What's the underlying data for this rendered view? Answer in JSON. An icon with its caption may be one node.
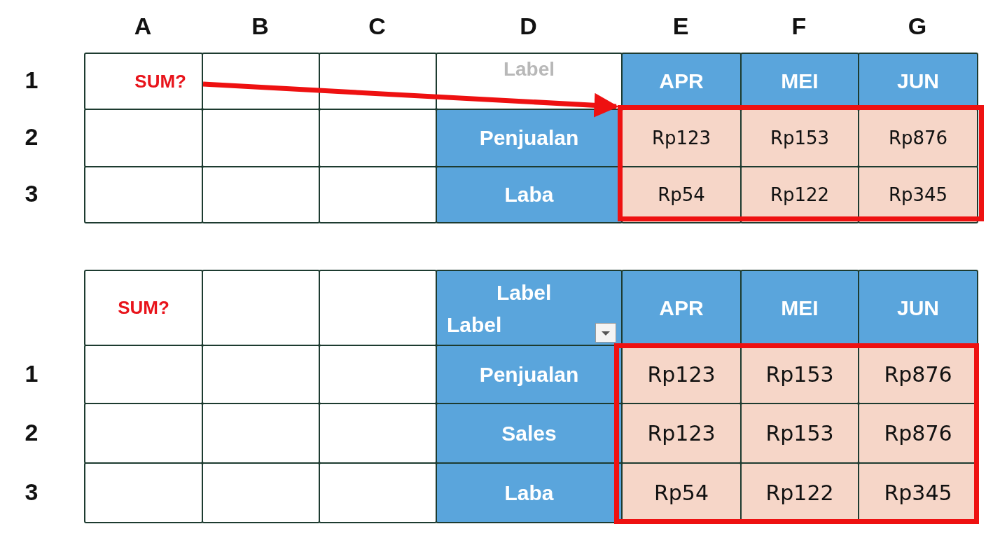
{
  "diagram": {
    "nodes": [
      {
        "text": [
          "SUM?"
        ]
      },
      {
        "text": [],
        "shape": "box"
      }
    ],
    "edges": [
      {
        "from": 0,
        "to": 1,
        "arrow": "to"
      }
    ],
    "labels": [
      "A",
      "B",
      "C",
      "D",
      "E",
      "F",
      "G",
      "1",
      "Label",
      "APR",
      "MEI",
      "JUN",
      "2",
      "Penjualan",
      "Rp123",
      "Rp153",
      "Rp876",
      "3",
      "Laba",
      "Rp54",
      "Rp122",
      "Rp345",
      "SUM?",
      "Label",
      "Label",
      "APR",
      "MEI",
      "JUN",
      "1",
      "Penjualan",
      "Rp123",
      "Rp153",
      "Rp876",
      "2",
      "Sales",
      "Rp123",
      "Rp153",
      "Rp876",
      "3",
      "Laba",
      "Rp54",
      "Rp122",
      "Rp345"
    ]
  }
}
